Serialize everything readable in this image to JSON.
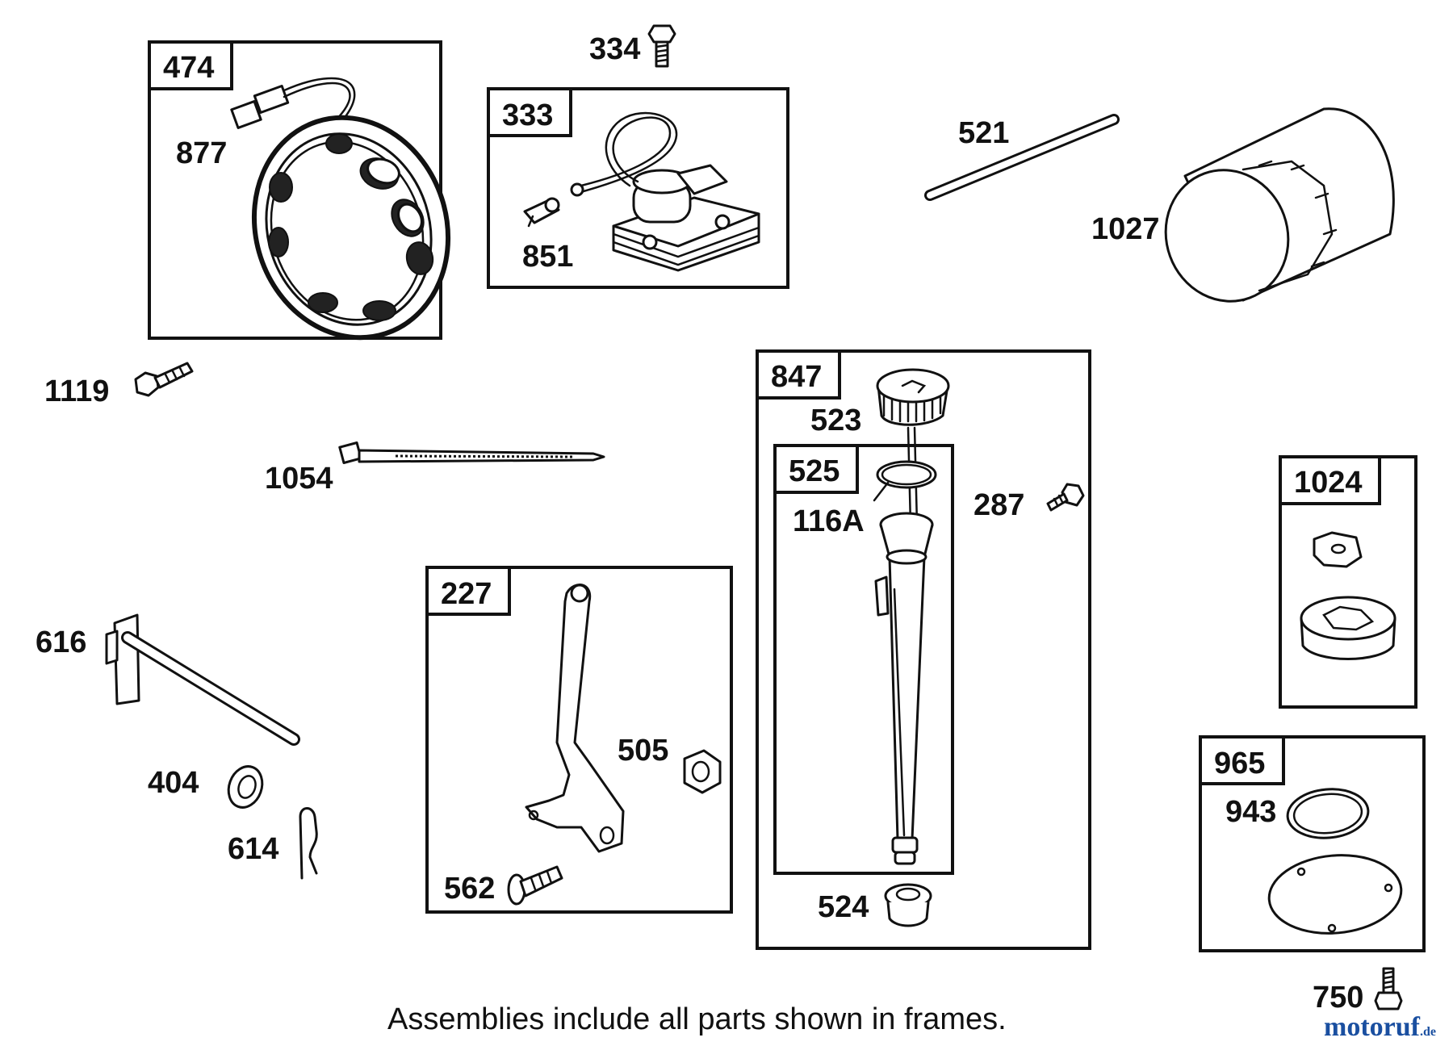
{
  "frames": {
    "f474": "474",
    "f333": "333",
    "f847": "847",
    "f525": "525",
    "f227": "227",
    "f1024": "1024",
    "f965": "965"
  },
  "parts": {
    "p334": "334",
    "p877": "877",
    "p851": "851",
    "p521": "521",
    "p1027": "1027",
    "p1119": "1119",
    "p1054": "1054",
    "p523": "523",
    "p116A": "116A",
    "p287": "287",
    "p616": "616",
    "p404": "404",
    "p614": "614",
    "p505": "505",
    "p562": "562",
    "p524": "524",
    "p943": "943",
    "p750": "750"
  },
  "footer": "Assemblies include all parts shown in frames.",
  "watermark": {
    "main": "motoruf",
    "suffix": ".de",
    "colors": {
      "m": "#1a4fa0",
      "o": "#2f7d32",
      "rest": "#1a4fa0"
    }
  }
}
